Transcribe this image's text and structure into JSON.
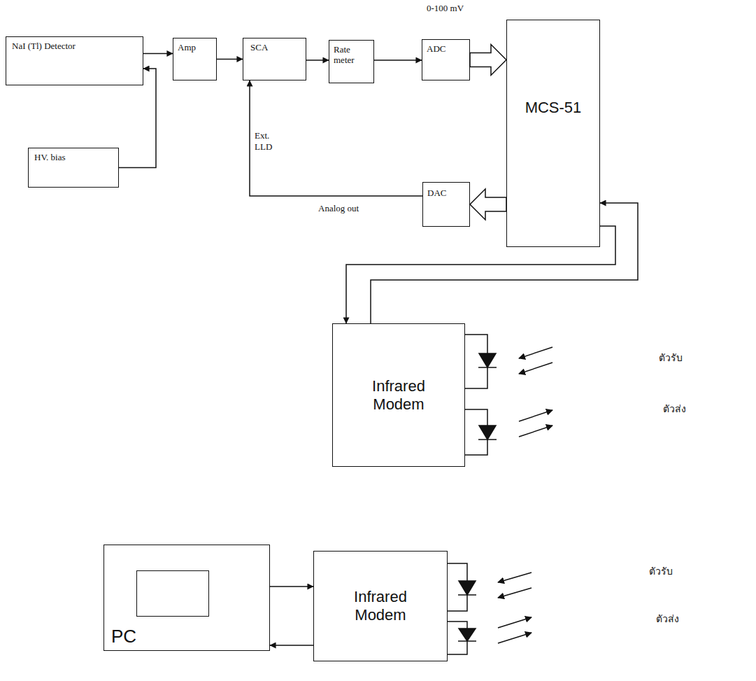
{
  "diagram": {
    "nodes": [
      {
        "text": [
          "NaI (Tl) Detector"
        ]
      },
      {
        "text": [
          "Amp"
        ]
      },
      {
        "text": [
          "SCA"
        ]
      },
      {
        "text": [
          "Rate meter"
        ]
      },
      {
        "text": [
          "ADC"
        ]
      },
      {
        "text": [
          "MCS-51"
        ]
      },
      {
        "text": [
          "HV. bias"
        ]
      },
      {
        "text": [
          "DAC"
        ]
      },
      {
        "text": [
          "Infrared Modem"
        ]
      },
      {
        "text": [
          "PC"
        ]
      },
      {
        "text": [
          "Infrared Modem"
        ]
      }
    ],
    "edges": [
      {
        "from": 0,
        "to": 1,
        "arrow": "to"
      },
      {
        "from": 1,
        "to": 2,
        "arrow": "to"
      },
      {
        "from": 2,
        "to": 3,
        "arrow": "to"
      },
      {
        "from": 3,
        "to": 4,
        "arrow": "to"
      },
      {
        "from": 4,
        "to": 5,
        "arrow": "to"
      },
      {
        "from": 5,
        "to": 7,
        "arrow": "to"
      },
      {
        "from": 7,
        "to": 2,
        "arrow": "to"
      },
      {
        "from": 6,
        "to": 0,
        "arrow": "to"
      },
      {
        "from": 5,
        "to": 8,
        "arrow": "to"
      },
      {
        "from": 8,
        "to": 5,
        "arrow": "to"
      },
      {
        "from": 9,
        "to": 10,
        "arrow": "to"
      },
      {
        "from": 10,
        "to": 9,
        "arrow": "to"
      }
    ],
    "labels": [
      "0-100 mV",
      "Ext. LLD",
      "Analog out",
      "ตัวรับ",
      "ตัวส่ง",
      "ตัวรับ",
      "ตัวส่ง"
    ]
  }
}
